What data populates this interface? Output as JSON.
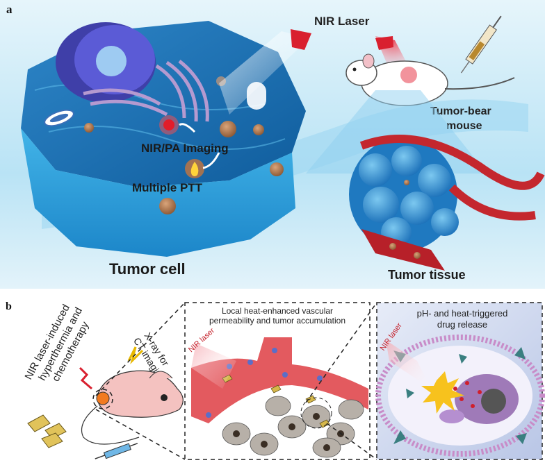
{
  "panel_a": {
    "label": "a",
    "nir_laser": "NIR Laser",
    "tumor_bear_line1": "Tumor-bear",
    "tumor_bear_line2": "mouse",
    "imaging": "NIR/PA  Imaging",
    "ptt": "Multiple  PTT",
    "tumor_cell": "Tumor cell",
    "tumor_tissue": "Tumor tissue",
    "background_color": "#bfe6f6"
  },
  "panel_b": {
    "label": "b",
    "left_line1": "NIR laser-induced",
    "left_line2": "hyperthermia and",
    "left_line3": "chemotherapy",
    "xray_line1": "X-ray for",
    "xray_line2": "CT imaging",
    "box1_line1": "Local heat-enhanced vascular",
    "box1_line2": "permeability and tumor accumulation",
    "box1_laser": "NIR laser",
    "box2_line1": "pH- and heat-triggered",
    "box2_line2": "drug release",
    "box2_laser": "NIR laser"
  }
}
